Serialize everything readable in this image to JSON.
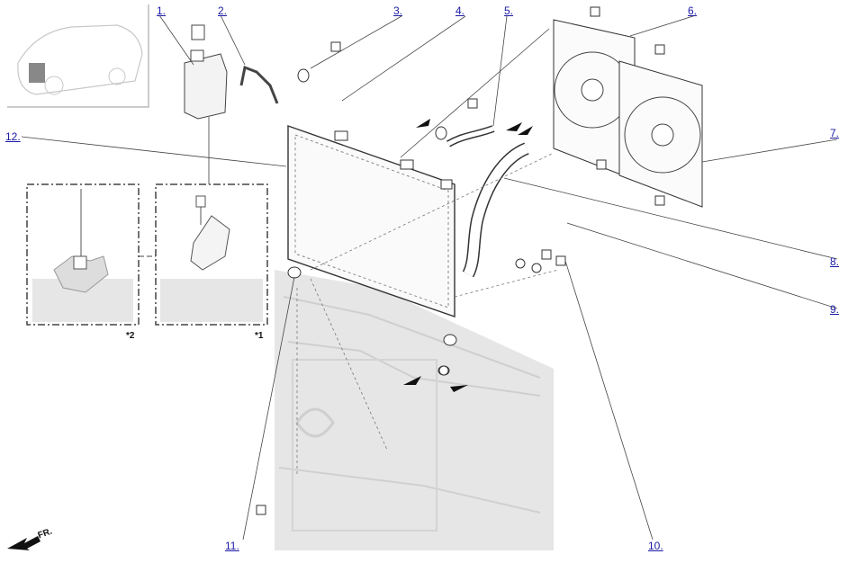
{
  "callouts": {
    "c1": "1.",
    "c2": "2.",
    "c3": "3.",
    "c4": "4.",
    "c5": "5.",
    "c6": "6.",
    "c7": "7.",
    "c8": "8.",
    "c9": "9.",
    "c10": "10.",
    "c11": "11.",
    "c12": "12."
  },
  "notes": {
    "n1": "*1",
    "n2": "*2"
  },
  "direction": {
    "label": "FR."
  },
  "colors": {
    "link": "#1a1aa6",
    "line": "#333333",
    "shade": "#e4e4e4"
  }
}
